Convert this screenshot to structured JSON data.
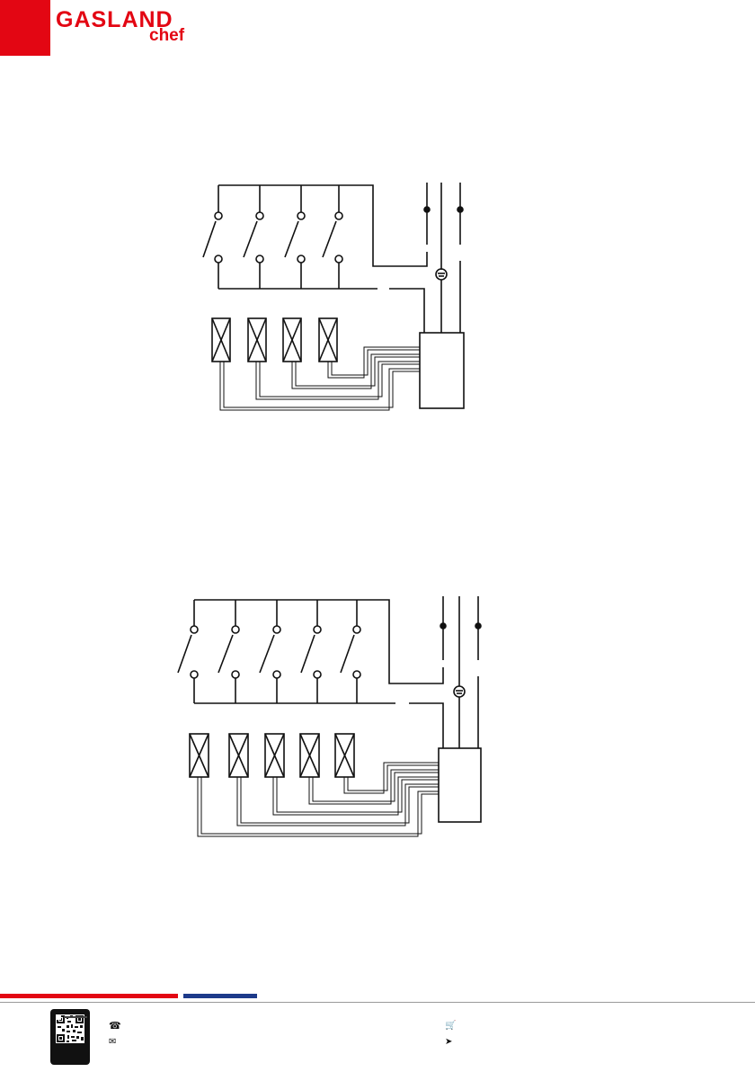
{
  "brand": {
    "name": "GASLAND",
    "sub": "chef",
    "primary_color": "#e30613",
    "secondary_color": "#1d3a8a"
  },
  "diagrams": [
    {
      "name": "wiring-diagram-4-burner",
      "burners": 4
    },
    {
      "name": "wiring-diagram-5-burner",
      "burners": 5
    }
  ],
  "footer": {
    "icons": [
      "phone-icon",
      "mail-icon",
      "cart-icon",
      "location-arrow-icon"
    ]
  }
}
